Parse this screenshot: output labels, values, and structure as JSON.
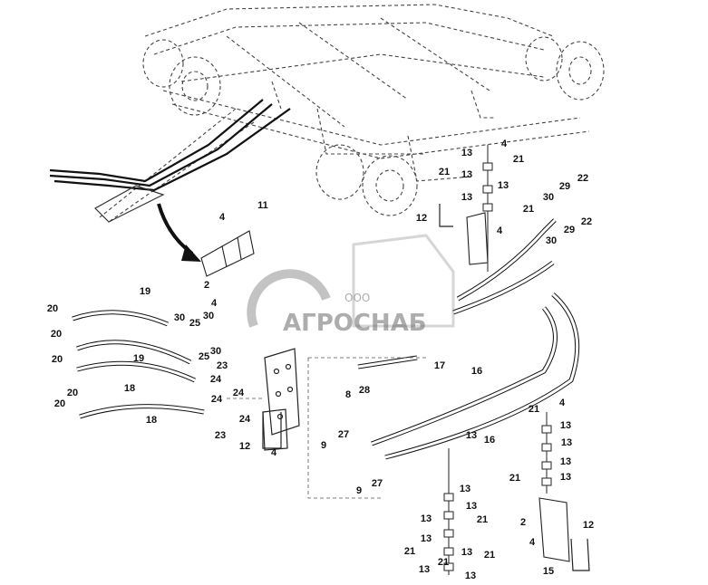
{
  "watermark": {
    "company_form": "ООО",
    "brand": "АГРОСНАБ"
  },
  "callout_numbers": [
    "4",
    "11",
    "2",
    "4",
    "12",
    "13",
    "13",
    "21",
    "21",
    "13",
    "13",
    "21",
    "4",
    "4",
    "30",
    "29",
    "22",
    "30",
    "29",
    "22",
    "19",
    "20",
    "20",
    "25",
    "30",
    "30",
    "25",
    "30",
    "24",
    "19",
    "18",
    "20",
    "20",
    "24",
    "23",
    "23",
    "24",
    "24",
    "18",
    "20",
    "12",
    "4",
    "17",
    "8",
    "28",
    "9",
    "27",
    "9",
    "27",
    "16",
    "16",
    "21",
    "4",
    "13",
    "13",
    "21",
    "13",
    "13",
    "13",
    "12",
    "2",
    "4",
    "15",
    "13",
    "13",
    "21",
    "13",
    "13",
    "21",
    "21",
    "13",
    "13",
    "21",
    "13"
  ]
}
